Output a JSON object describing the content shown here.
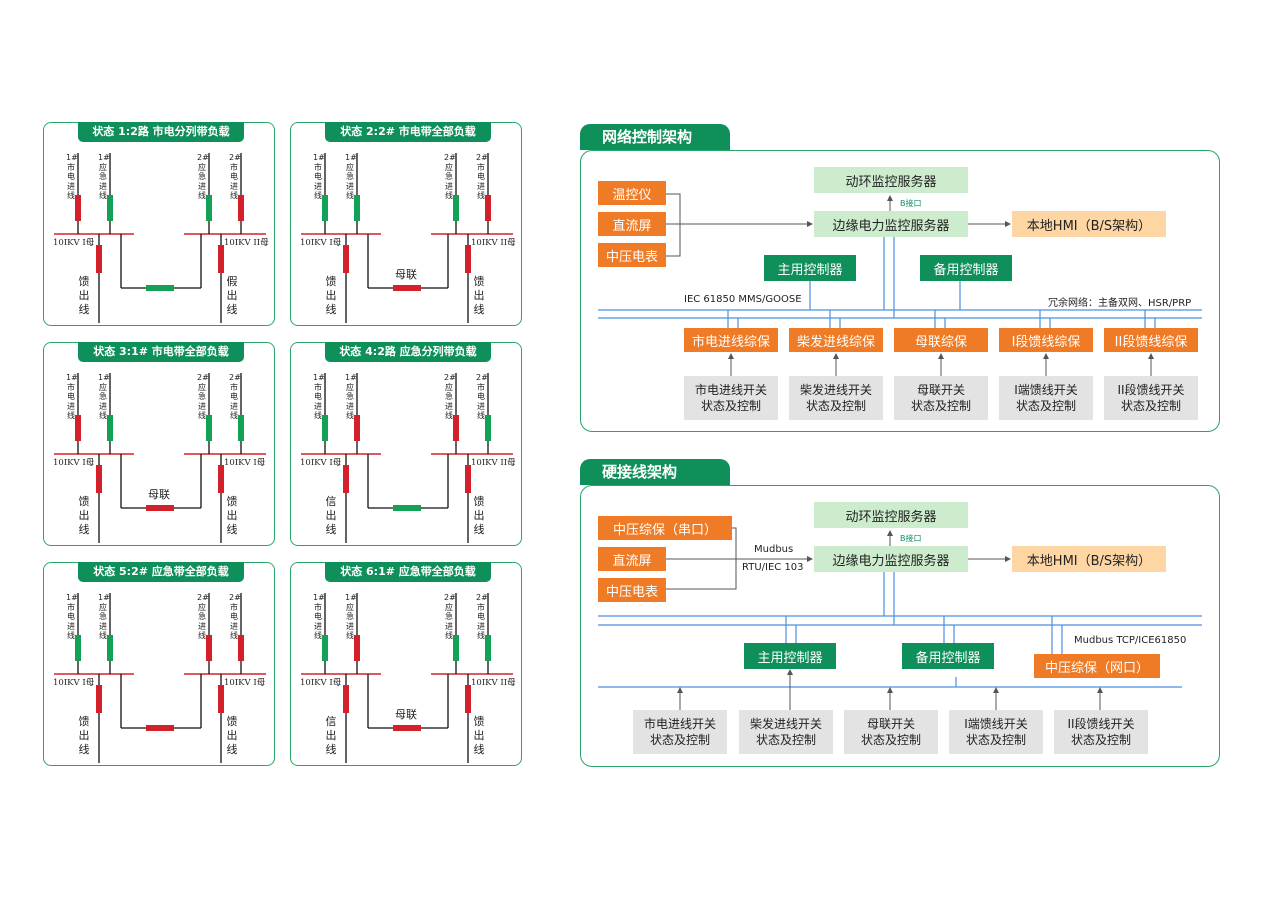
{
  "states": [
    {
      "title": "状态 1:2路 市电分列带负载",
      "coupler": "",
      "feeders": [
        "馈出线",
        "假出线"
      ]
    },
    {
      "title": "状态 2:2# 市电带全部负载",
      "coupler": "母联",
      "feeders": [
        "馈出线",
        "馈出线"
      ]
    },
    {
      "title": "状态 3:1# 市电带全部负载",
      "coupler": "母联",
      "feeders": [
        "馈出线",
        "馈出线"
      ]
    },
    {
      "title": "状态 4:2路 应急分列带负载",
      "coupler": "",
      "feeders": [
        "信出线",
        "馈出线"
      ]
    },
    {
      "title": "状态 5:2# 应急带全部负载",
      "coupler": "",
      "feeders": [
        "馈出线",
        "馈出线"
      ]
    },
    {
      "title": "状态 6:1# 应急带全部负载",
      "coupler": "母联",
      "feeders": [
        "信出线",
        "馈出线"
      ]
    }
  ],
  "incomers": [
    "1#市电进线",
    "1#应急进线",
    "2#应急进线",
    "2#市电进线"
  ],
  "bus_left": "10IKV I母",
  "bus_right": [
    "10IKV II母",
    "10IKV II母",
    "10IKV I母",
    "10IKV II母",
    "10IKV I母",
    "10IKV II母"
  ],
  "network": {
    "title": "网络控制架构",
    "server_top": "动环监控服务器",
    "b_port": "B接口",
    "edge_server": "边缘电力监控服务器",
    "hmi": "本地HMI（B/S架构）",
    "inputs": [
      "温控仪",
      "直流屏",
      "中压电表"
    ],
    "main_ctrl": "主用控制器",
    "backup_ctrl": "备用控制器",
    "protocol": "IEC 61850 MMS/GOOSE",
    "redundancy": "冗余网络：主备双网、HSR/PRP",
    "protections": [
      "市电进线综保",
      "柴发进线综保",
      "母联综保",
      "I段馈线综保",
      "II段馈线综保"
    ],
    "states": [
      "市电进线开关状态及控制",
      "柴发进线开关状态及控制",
      "母联开关状态及控制",
      "I端馈线开关状态及控制",
      "II段馈线开关状态及控制"
    ]
  },
  "hardwire": {
    "title": "硬接线架构",
    "server_top": "动环监控服务器",
    "b_port": "B接口",
    "edge_server": "边缘电力监控服务器",
    "hmi": "本地HMI（B/S架构）",
    "inputs": [
      "中压综保（串口）",
      "直流屏",
      "中压电表"
    ],
    "proto_a": "Mudbus",
    "proto_b": "RTU/IEC 103",
    "main_ctrl": "主用控制器",
    "backup_ctrl": "备用控制器",
    "proto_c": "Mudbus TCP/ICE61850",
    "net_prot": "中压综保（网口）",
    "states": [
      "市电进线开关状态及控制",
      "柴发进线开关状态及控制",
      "母联开关状态及控制",
      "I端馈线开关状态及控制",
      "II段馈线开关状态及控制"
    ]
  },
  "colors": {
    "green": "#0f8f5a",
    "orange": "#f07b27",
    "light_green": "#cdeccd",
    "peach": "#fdd6a4",
    "grey": "#e3e3e3",
    "red": "#d4202a",
    "breaker_green": "#12a155",
    "line_blue": "#4a90e2"
  }
}
